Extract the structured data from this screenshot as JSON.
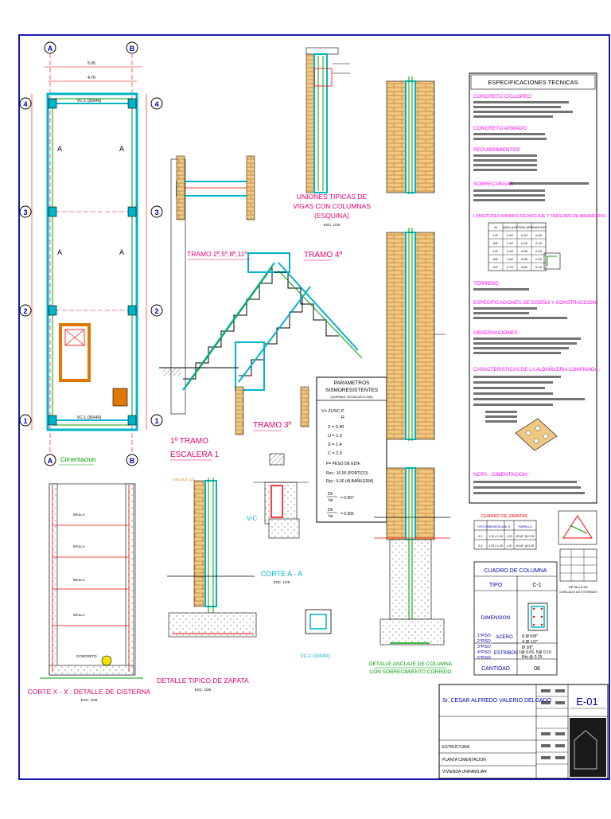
{
  "sheet": {
    "sheet_code": "E-01",
    "owner": "Sr. CESAR ALFREDO VALERIO DELGADO",
    "specialty": "ESTRUCTURA",
    "plan_name": "PLANTA CIMENTACION",
    "project": "VIVIENDA UNIFAMILIAR"
  },
  "plan": {
    "axes_cols": [
      "A",
      "B"
    ],
    "axes_rows": [
      "4",
      "3",
      "2",
      "1"
    ],
    "top_beam": "VC-1 (30X40)",
    "bottom_beam": "VC-1 (30X40)",
    "dims_top": [
      "5.00",
      "4.70"
    ],
    "cut_letter": "A"
  },
  "cistern": {
    "caption": "Cimentacion",
    "title": "CORTE X - X : DETALLE DE CISTERNA",
    "scale": "ESC. 1/25",
    "labels": [
      "MALLA",
      "MALLA",
      "MALLA",
      "MALLA",
      "CONCRETO"
    ]
  },
  "stair": {
    "tramo1_line1": "1º TRAMO",
    "tramo1_line2": "ESCALERA 1",
    "tramo2": "TRAMO 2º,5º,8º,11º",
    "tramo3": "TRAMO 3º",
    "tramo4": "TRAMO 4º"
  },
  "beam_joint": {
    "title_line1": "UNIONES TIPICAS DE",
    "title_line2": "VIGAS CON COLUMNAS",
    "title_line3": "(ESQUINA)",
    "scale": "ESC. 1/20"
  },
  "seismic": {
    "title_line1": "PARAMETROS",
    "title_line2": "SISMORESISTENTES",
    "norma": "(NORMAS TECNICAS E-030)",
    "formula": "V= ZUSC P",
    "formula_den": "R",
    "params": [
      "Z =   0.40",
      "U =   1.0",
      "S =   1.4",
      "C =   2.5"
    ],
    "weight": "P= PESO DE EDIF.",
    "rxx": "Rxx : 10.00 (PORTICO)",
    "ryy": "Ryy : 6.00 (ALBAÑILERIA)",
    "drift1": "= 0.007",
    "drift2": "= 0.005"
  },
  "footing": {
    "title": "DETALLE TIPICO DE ZAPATA",
    "scale": "ESC. 1/25",
    "escala_label": "ESCALA: 1/1"
  },
  "section_aa": {
    "title": "CORTE A - A",
    "scale": "ESC. 1/25",
    "column_label": "V-C",
    "vc1": "VC-1 (30X40)"
  },
  "wall_detail": {
    "title_line1": "DETALLE ANCLAJE DE COLUMNA",
    "title_line2": "CON SOBRECIMIENTO CORRIDO"
  },
  "specs": {
    "title": "ESPECIFICACIONES TECNICAS",
    "headings": [
      "CONCRETO CICLOPEO",
      "CONCRETO ARMADO",
      "RECUBRIMIENTOS",
      "SOBRECARGAS :",
      "LONGITUDES MINIMAS DE ANCLAJE Y TRASLAPE DE ARMADURAS",
      "TERRENO",
      "ESPECIFICACIONES DE DISEÑO Y CONSTRUCCION :",
      "OBSERVACIONES :",
      "CARACTERISTICAS DE LA ALBAÑILERIA CONFINADA :",
      "NOTA : CIMENTACION :"
    ],
    "lap_headers": [
      "Ø",
      "ANCLAJE",
      "TRASLAPE",
      "GANCHO"
    ],
    "lap_rows": [
      [
        "1/4\"",
        "0.40",
        "0.40",
        "0.05"
      ],
      [
        "3/8\"",
        "0.40",
        "0.45",
        "0.10"
      ],
      [
        "1/2\"",
        "0.45",
        "0.55",
        "0.15"
      ],
      [
        "5/8\"",
        "0.55",
        "0.65",
        "0.20"
      ],
      [
        "3/4\"",
        "0.70",
        "0.80",
        "0.25"
      ]
    ]
  },
  "footing_table": {
    "title": "CUADRO DE ZAPATAS",
    "headers": [
      "TIPO",
      "DIMENSION AxB",
      "H",
      "PARRILLA"
    ],
    "rows": [
      [
        "Z-1",
        "1.20 x 1.20",
        "1.20",
        "Ø 5/8\" @ 0.25"
      ],
      [
        "Z-2",
        "1.20 x 1.20",
        "1.20",
        "Ø 5/8\" @ 0.25"
      ]
    ]
  },
  "stirrup_detail": {
    "caption_line1": "DETALLE DE",
    "caption_line2": "DOBLADO DE ESTRIBOS"
  },
  "column_table": {
    "title": "CUADRO DE COLUMNA",
    "tipo_label": "TIPO",
    "tipo_value": "C-1",
    "dimension_label": "DIMENSION",
    "floors": [
      "1°PISO",
      "2°PISO",
      "3°PISO",
      "4°PISO",
      "5°PISO"
    ],
    "acero_label": "ACERO",
    "acero_value1": "8 Ø 5/8\"",
    "acero_value2": "4 Ø 1/2\"",
    "estribos_label": "ESTRIBOS",
    "estribos_value1": "Ø 3/8\",",
    "estribos_value2": "1@ 0.05, 5@ 0.10",
    "estribos_value3": "Rto @ 0.25",
    "cantidad_label": "CANTIDAD",
    "cantidad_value": "08"
  },
  "colors": {
    "frame": "#0000aa",
    "title_red": "#e6006e",
    "magenta": "#ff00ff",
    "cyan": "#00b4c8",
    "green": "#00a000",
    "yellow": "#f2e600",
    "brick": "#f0c882",
    "orange": "#e07800",
    "text": "#000000"
  }
}
